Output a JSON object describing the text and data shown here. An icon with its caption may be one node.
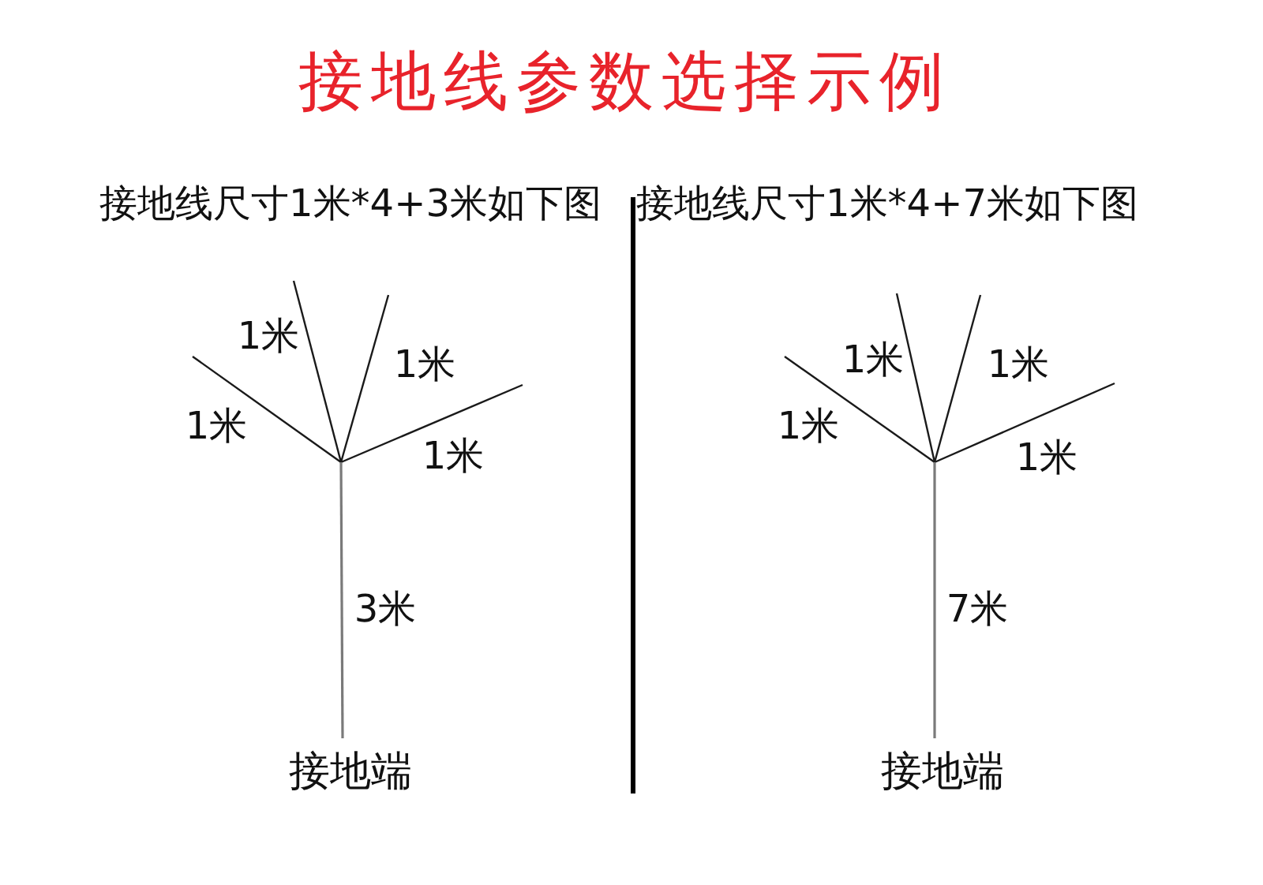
{
  "diagram": {
    "title": "接地线参数选择示例",
    "labels": [
      "接地线尺寸1米*4+3米如下图",
      "1米",
      "1米",
      "1米",
      "1米",
      "3米",
      "接地端",
      "接地线尺寸1米*4+7米如下图",
      "1米",
      "1米",
      "1米",
      "1米",
      "7米",
      "接地端"
    ]
  }
}
